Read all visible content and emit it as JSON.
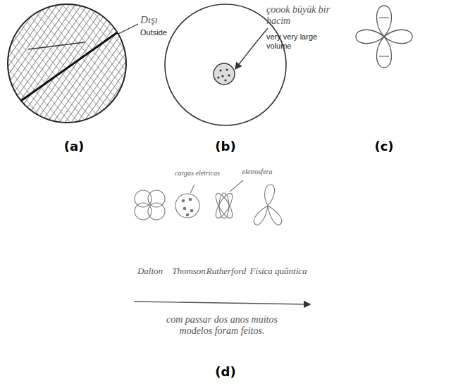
{
  "diagram": {
    "labels": [
      "Dışı",
      "Outside",
      "çoook büyük bir hacim",
      "very very large volume",
      "(a)",
      "(b)",
      "(c)",
      "cargas elétricas",
      "eletrosfera",
      "Dalton",
      "Thomson",
      "Rutherford",
      "Física quântica",
      "com passar dos anos muitos modelos foram feitos.",
      "(d)"
    ]
  }
}
